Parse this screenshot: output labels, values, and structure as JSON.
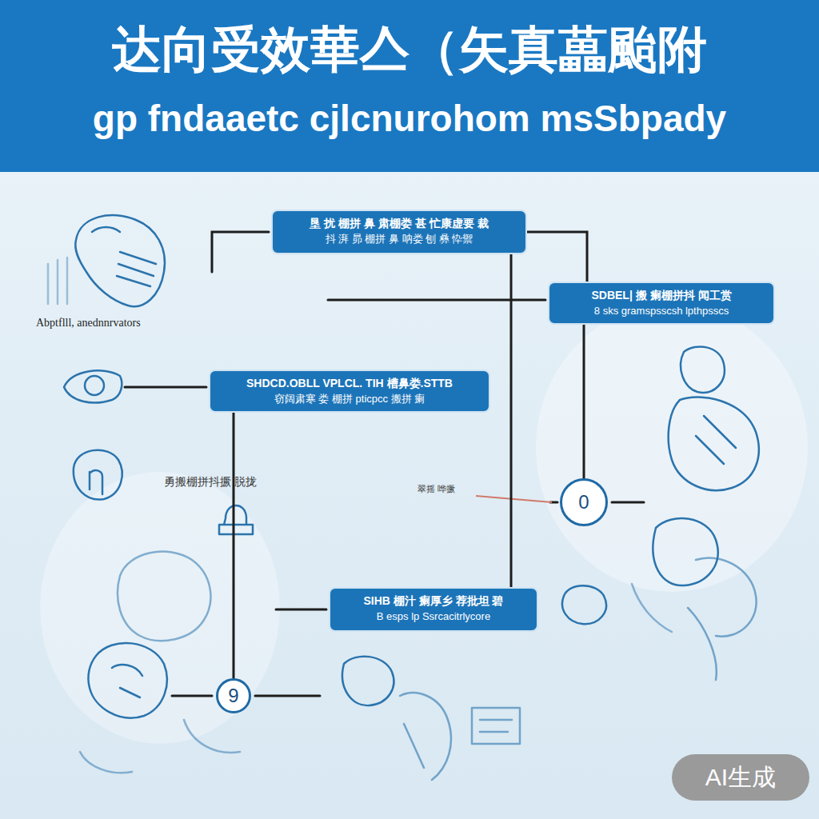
{
  "diagram": {
    "title": "达向受效華亼（矢真藟颱附",
    "nodes": [
      {
        "text": [
          "垦 扰 棚拼 鼻 肃棚娄 甚 忙康虚要 裁",
          "抖 湃 昴 棚拼 鼻 呐娄 刨 彝 忰禦"
        ]
      },
      {
        "text": [
          "SDBEL| 搬 瘌棚拼抖 闻工赏",
          "8 sks gramspsscsh lpthpsscs"
        ]
      },
      {
        "text": [
          "SHDCD.OBLL VPLCL. TIH 槽鼻娄.STTB",
          "窃阔肃寒 娄 棚拼 pticpcc 搬拼 瘌"
        ]
      },
      {
        "text": [
          "SIHB 棚汁 瘌厚乡 荐批坦 碧",
          "B esps lp Ssrcacitrlycore"
        ]
      },
      {
        "text": [
          "0"
        ]
      },
      {
        "text": [
          "9"
        ]
      }
    ],
    "edges": [
      {
        "from": 0,
        "to": 1,
        "arrow": "none"
      },
      {
        "from": 0,
        "to": 3,
        "arrow": "none"
      },
      {
        "from": 2,
        "to": 5,
        "arrow": "none"
      },
      {
        "from": 1,
        "to": 4,
        "arrow": "none"
      }
    ],
    "labels": [
      "gp fndaaetc cjlcnurohom msSbpady",
      "Abptflll, anednnrvators",
      "勇搬棚拼抖撅 脱拢",
      "翠摇 哗撅",
      "AI生成"
    ]
  }
}
